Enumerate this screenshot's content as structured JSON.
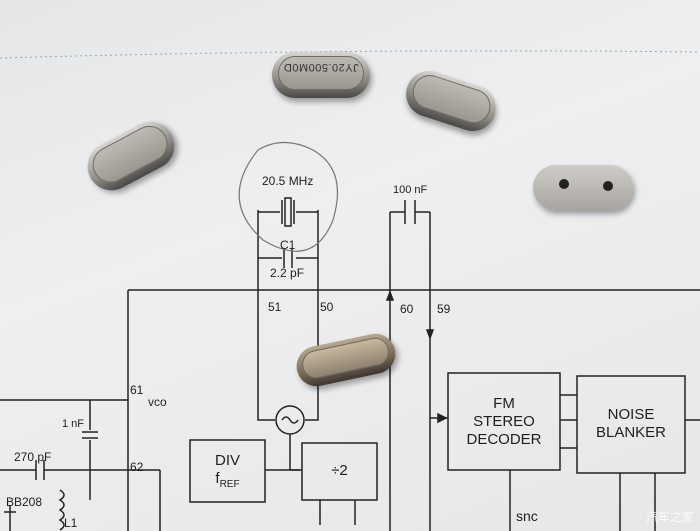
{
  "crystal_marking": "JY20.500M0D",
  "schematic": {
    "crystal_label": "20.5 MHz",
    "c1_label": "C1",
    "c1_value": "2.2 pF",
    "cap_100nf": "100 nF",
    "pins": {
      "p51": "51",
      "p50": "50",
      "p60": "60",
      "p59": "59",
      "p61": "61",
      "p62": "62"
    },
    "vco": "vco",
    "cap_1nf": "1 nF",
    "cap_270pf": "270 pF",
    "diode": "BB208",
    "inductor": "L1",
    "div_block": {
      "line1": "DIV",
      "line2": "f",
      "sub": "REF"
    },
    "div2_block": "÷2",
    "fm_block": [
      "FM",
      "STEREO",
      "DECODER"
    ],
    "noise_block": [
      "NOISE",
      "BLANKER"
    ],
    "snc": "snc"
  },
  "watermark": "汽车之家"
}
